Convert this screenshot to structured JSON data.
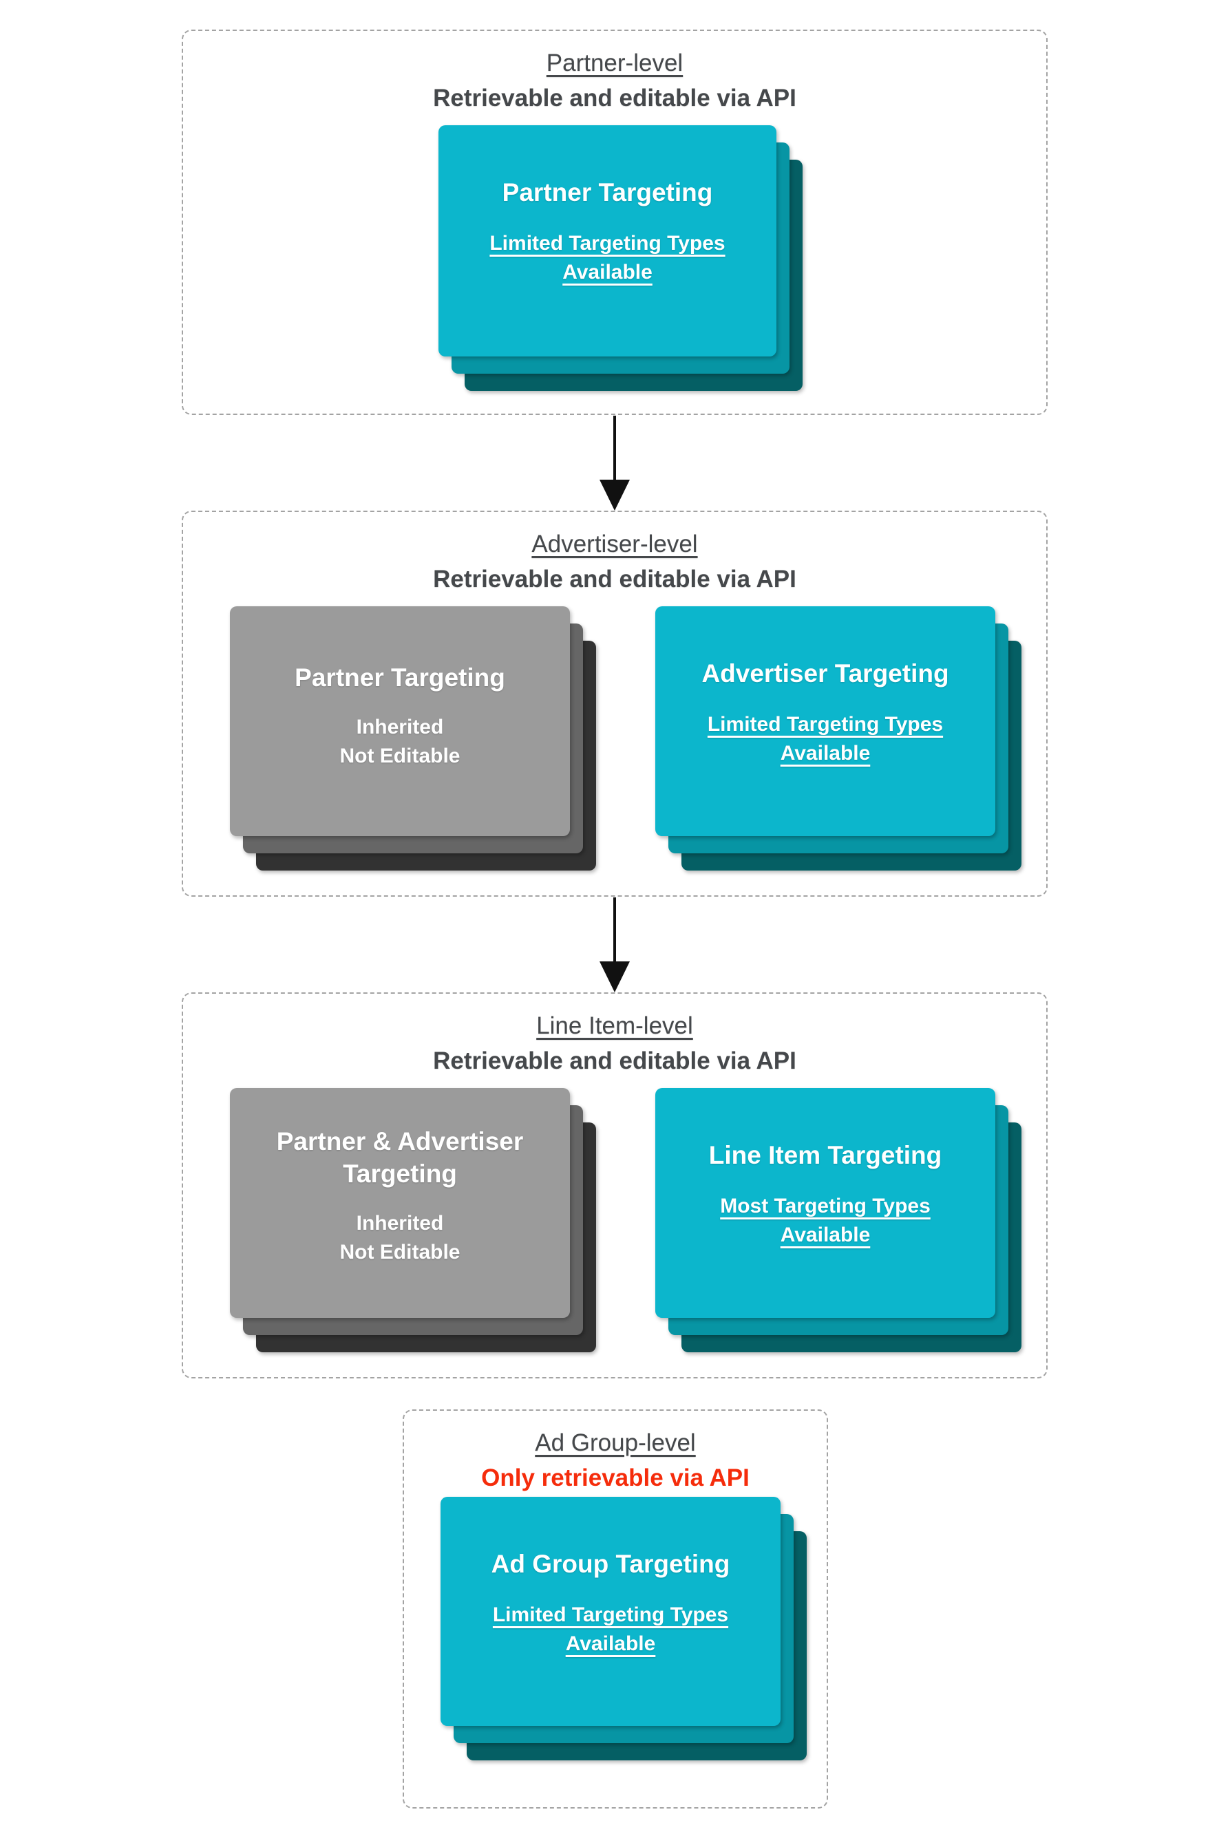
{
  "colors": {
    "card_cyan": "#0cb6cc",
    "card_cyan_mid": "#0795a4",
    "card_cyan_back": "#055f64",
    "card_gray": "#9b9b9b",
    "card_gray_mid": "#666666",
    "card_gray_back": "#323232",
    "heading_ink": "#45484b",
    "alert_red": "#f52c0b",
    "arrow_black": "#111111",
    "border_gray": "#a3a3a3"
  },
  "sections": [
    {
      "title": "Partner-level",
      "subtitle": "Retrievable and editable via API",
      "cards": [
        {
          "title": "Partner Targeting",
          "body": "Limited Targeting Types Available"
        }
      ]
    },
    {
      "title": "Advertiser-level",
      "subtitle": "Retrievable and editable via API",
      "cards": [
        {
          "title": "Partner Targeting",
          "body_lines": [
            "Inherited",
            "Not Editable"
          ]
        },
        {
          "title": "Advertiser Targeting",
          "body": "Limited Targeting Types Available"
        }
      ]
    },
    {
      "title": "Line Item-level",
      "subtitle": "Retrievable and editable via API",
      "cards": [
        {
          "title": "Partner & Advertiser Targeting",
          "body_lines": [
            "Inherited",
            "Not Editable"
          ]
        },
        {
          "title": "Line Item Targeting",
          "body": "Most Targeting Types Available"
        }
      ]
    },
    {
      "title": "Ad Group-level",
      "subtitle": "Only retrievable via API",
      "cards": [
        {
          "title": "Ad Group Targeting",
          "body": "Limited Targeting Types Available"
        }
      ]
    }
  ]
}
